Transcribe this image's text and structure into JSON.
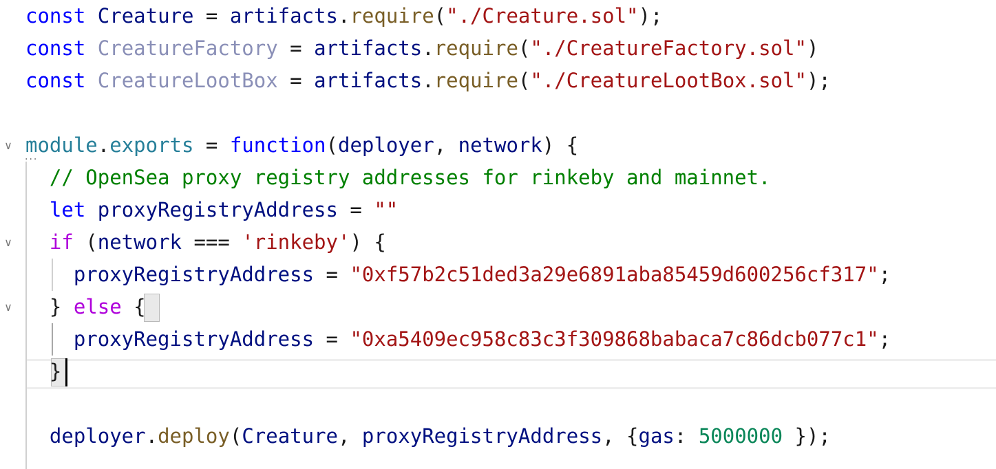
{
  "editor": {
    "lines": [
      {
        "tokens": [
          {
            "text": "const",
            "kind": "kw"
          },
          {
            "text": " Creature ",
            "kind": "id"
          },
          {
            "text": "= ",
            "kind": "punc"
          },
          {
            "text": "artifacts",
            "kind": "id"
          },
          {
            "text": ".",
            "kind": "punc"
          },
          {
            "text": "require",
            "kind": "fn"
          },
          {
            "text": "(",
            "kind": "punc"
          },
          {
            "text": "\"./Creature.sol\"",
            "kind": "str"
          },
          {
            "text": ");",
            "kind": "punc"
          }
        ]
      },
      {
        "tokens": [
          {
            "text": "const",
            "kind": "kw"
          },
          {
            "text": " ",
            "kind": "punc"
          },
          {
            "text": "CreatureFactory",
            "kind": "faded"
          },
          {
            "text": " = ",
            "kind": "punc"
          },
          {
            "text": "artifacts",
            "kind": "id"
          },
          {
            "text": ".",
            "kind": "punc"
          },
          {
            "text": "require",
            "kind": "fn"
          },
          {
            "text": "(",
            "kind": "punc"
          },
          {
            "text": "\"./CreatureFactory.sol\"",
            "kind": "str"
          },
          {
            "text": ")",
            "kind": "punc"
          }
        ]
      },
      {
        "tokens": [
          {
            "text": "const",
            "kind": "kw"
          },
          {
            "text": " ",
            "kind": "punc"
          },
          {
            "text": "CreatureLootBox",
            "kind": "faded"
          },
          {
            "text": " = ",
            "kind": "punc"
          },
          {
            "text": "artifacts",
            "kind": "id"
          },
          {
            "text": ".",
            "kind": "punc"
          },
          {
            "text": "require",
            "kind": "fn"
          },
          {
            "text": "(",
            "kind": "punc"
          },
          {
            "text": "\"./CreatureLootBox.sol\"",
            "kind": "str"
          },
          {
            "text": ");",
            "kind": "punc"
          }
        ]
      },
      {
        "tokens": []
      },
      {
        "tokens": [
          {
            "text": "module",
            "kind": "mod"
          },
          {
            "text": ".",
            "kind": "punc"
          },
          {
            "text": "exports",
            "kind": "mod"
          },
          {
            "text": " = ",
            "kind": "punc"
          },
          {
            "text": "function",
            "kind": "kw"
          },
          {
            "text": "(",
            "kind": "punc"
          },
          {
            "text": "deployer",
            "kind": "id"
          },
          {
            "text": ", ",
            "kind": "punc"
          },
          {
            "text": "network",
            "kind": "id"
          },
          {
            "text": ") {",
            "kind": "punc"
          }
        ]
      },
      {
        "tokens": [
          {
            "text": "  ",
            "kind": "punc"
          },
          {
            "text": "// OpenSea proxy registry addresses for rinkeby and mainnet.",
            "kind": "cm"
          }
        ]
      },
      {
        "tokens": [
          {
            "text": "  ",
            "kind": "punc"
          },
          {
            "text": "let",
            "kind": "kw"
          },
          {
            "text": " proxyRegistryAddress ",
            "kind": "id"
          },
          {
            "text": "= ",
            "kind": "punc"
          },
          {
            "text": "\"\"",
            "kind": "str"
          }
        ]
      },
      {
        "tokens": [
          {
            "text": "  ",
            "kind": "punc"
          },
          {
            "text": "if",
            "kind": "ctl"
          },
          {
            "text": " (",
            "kind": "punc"
          },
          {
            "text": "network",
            "kind": "id"
          },
          {
            "text": " === ",
            "kind": "punc"
          },
          {
            "text": "'rinkeby'",
            "kind": "str"
          },
          {
            "text": ") {",
            "kind": "punc"
          }
        ]
      },
      {
        "tokens": [
          {
            "text": "    ",
            "kind": "punc"
          },
          {
            "text": "proxyRegistryAddress",
            "kind": "id"
          },
          {
            "text": " = ",
            "kind": "punc"
          },
          {
            "text": "\"0xf57b2c51ded3a29e6891aba85459d600256cf317\"",
            "kind": "str"
          },
          {
            "text": ";",
            "kind": "punc"
          }
        ]
      },
      {
        "tokens": [
          {
            "text": "  } ",
            "kind": "punc"
          },
          {
            "text": "else",
            "kind": "ctl"
          },
          {
            "text": " {",
            "kind": "punc"
          }
        ]
      },
      {
        "tokens": [
          {
            "text": "    ",
            "kind": "punc"
          },
          {
            "text": "proxyRegistryAddress",
            "kind": "id"
          },
          {
            "text": " = ",
            "kind": "punc"
          },
          {
            "text": "\"0xa5409ec958c83c3f309868babaca7c86dcb077c1\"",
            "kind": "str"
          },
          {
            "text": ";",
            "kind": "punc"
          }
        ]
      },
      {
        "tokens": [
          {
            "text": "  }",
            "kind": "punc"
          }
        ]
      },
      {
        "tokens": []
      },
      {
        "tokens": [
          {
            "text": "  ",
            "kind": "punc"
          },
          {
            "text": "deployer",
            "kind": "id"
          },
          {
            "text": ".",
            "kind": "punc"
          },
          {
            "text": "deploy",
            "kind": "fn"
          },
          {
            "text": "(",
            "kind": "punc"
          },
          {
            "text": "Creature",
            "kind": "id"
          },
          {
            "text": ", ",
            "kind": "punc"
          },
          {
            "text": "proxyRegistryAddress",
            "kind": "id"
          },
          {
            "text": ", {",
            "kind": "punc"
          },
          {
            "text": "gas",
            "kind": "id"
          },
          {
            "text": ": ",
            "kind": "punc"
          },
          {
            "text": "5000000",
            "kind": "num"
          },
          {
            "text": " });",
            "kind": "punc"
          }
        ]
      }
    ],
    "fold_markers": [
      {
        "line": 4,
        "glyph": "∨"
      },
      {
        "line": 7,
        "glyph": "∨"
      },
      {
        "line": 9,
        "glyph": "∨"
      }
    ],
    "colors": {
      "keyword": "#0000ff",
      "control": "#af00db",
      "identifier": "#001080",
      "unused_identifier": "#8a8fb7",
      "function": "#795e26",
      "string": "#a31515",
      "number": "#098658",
      "comment": "#008000",
      "module": "#267f99"
    }
  }
}
